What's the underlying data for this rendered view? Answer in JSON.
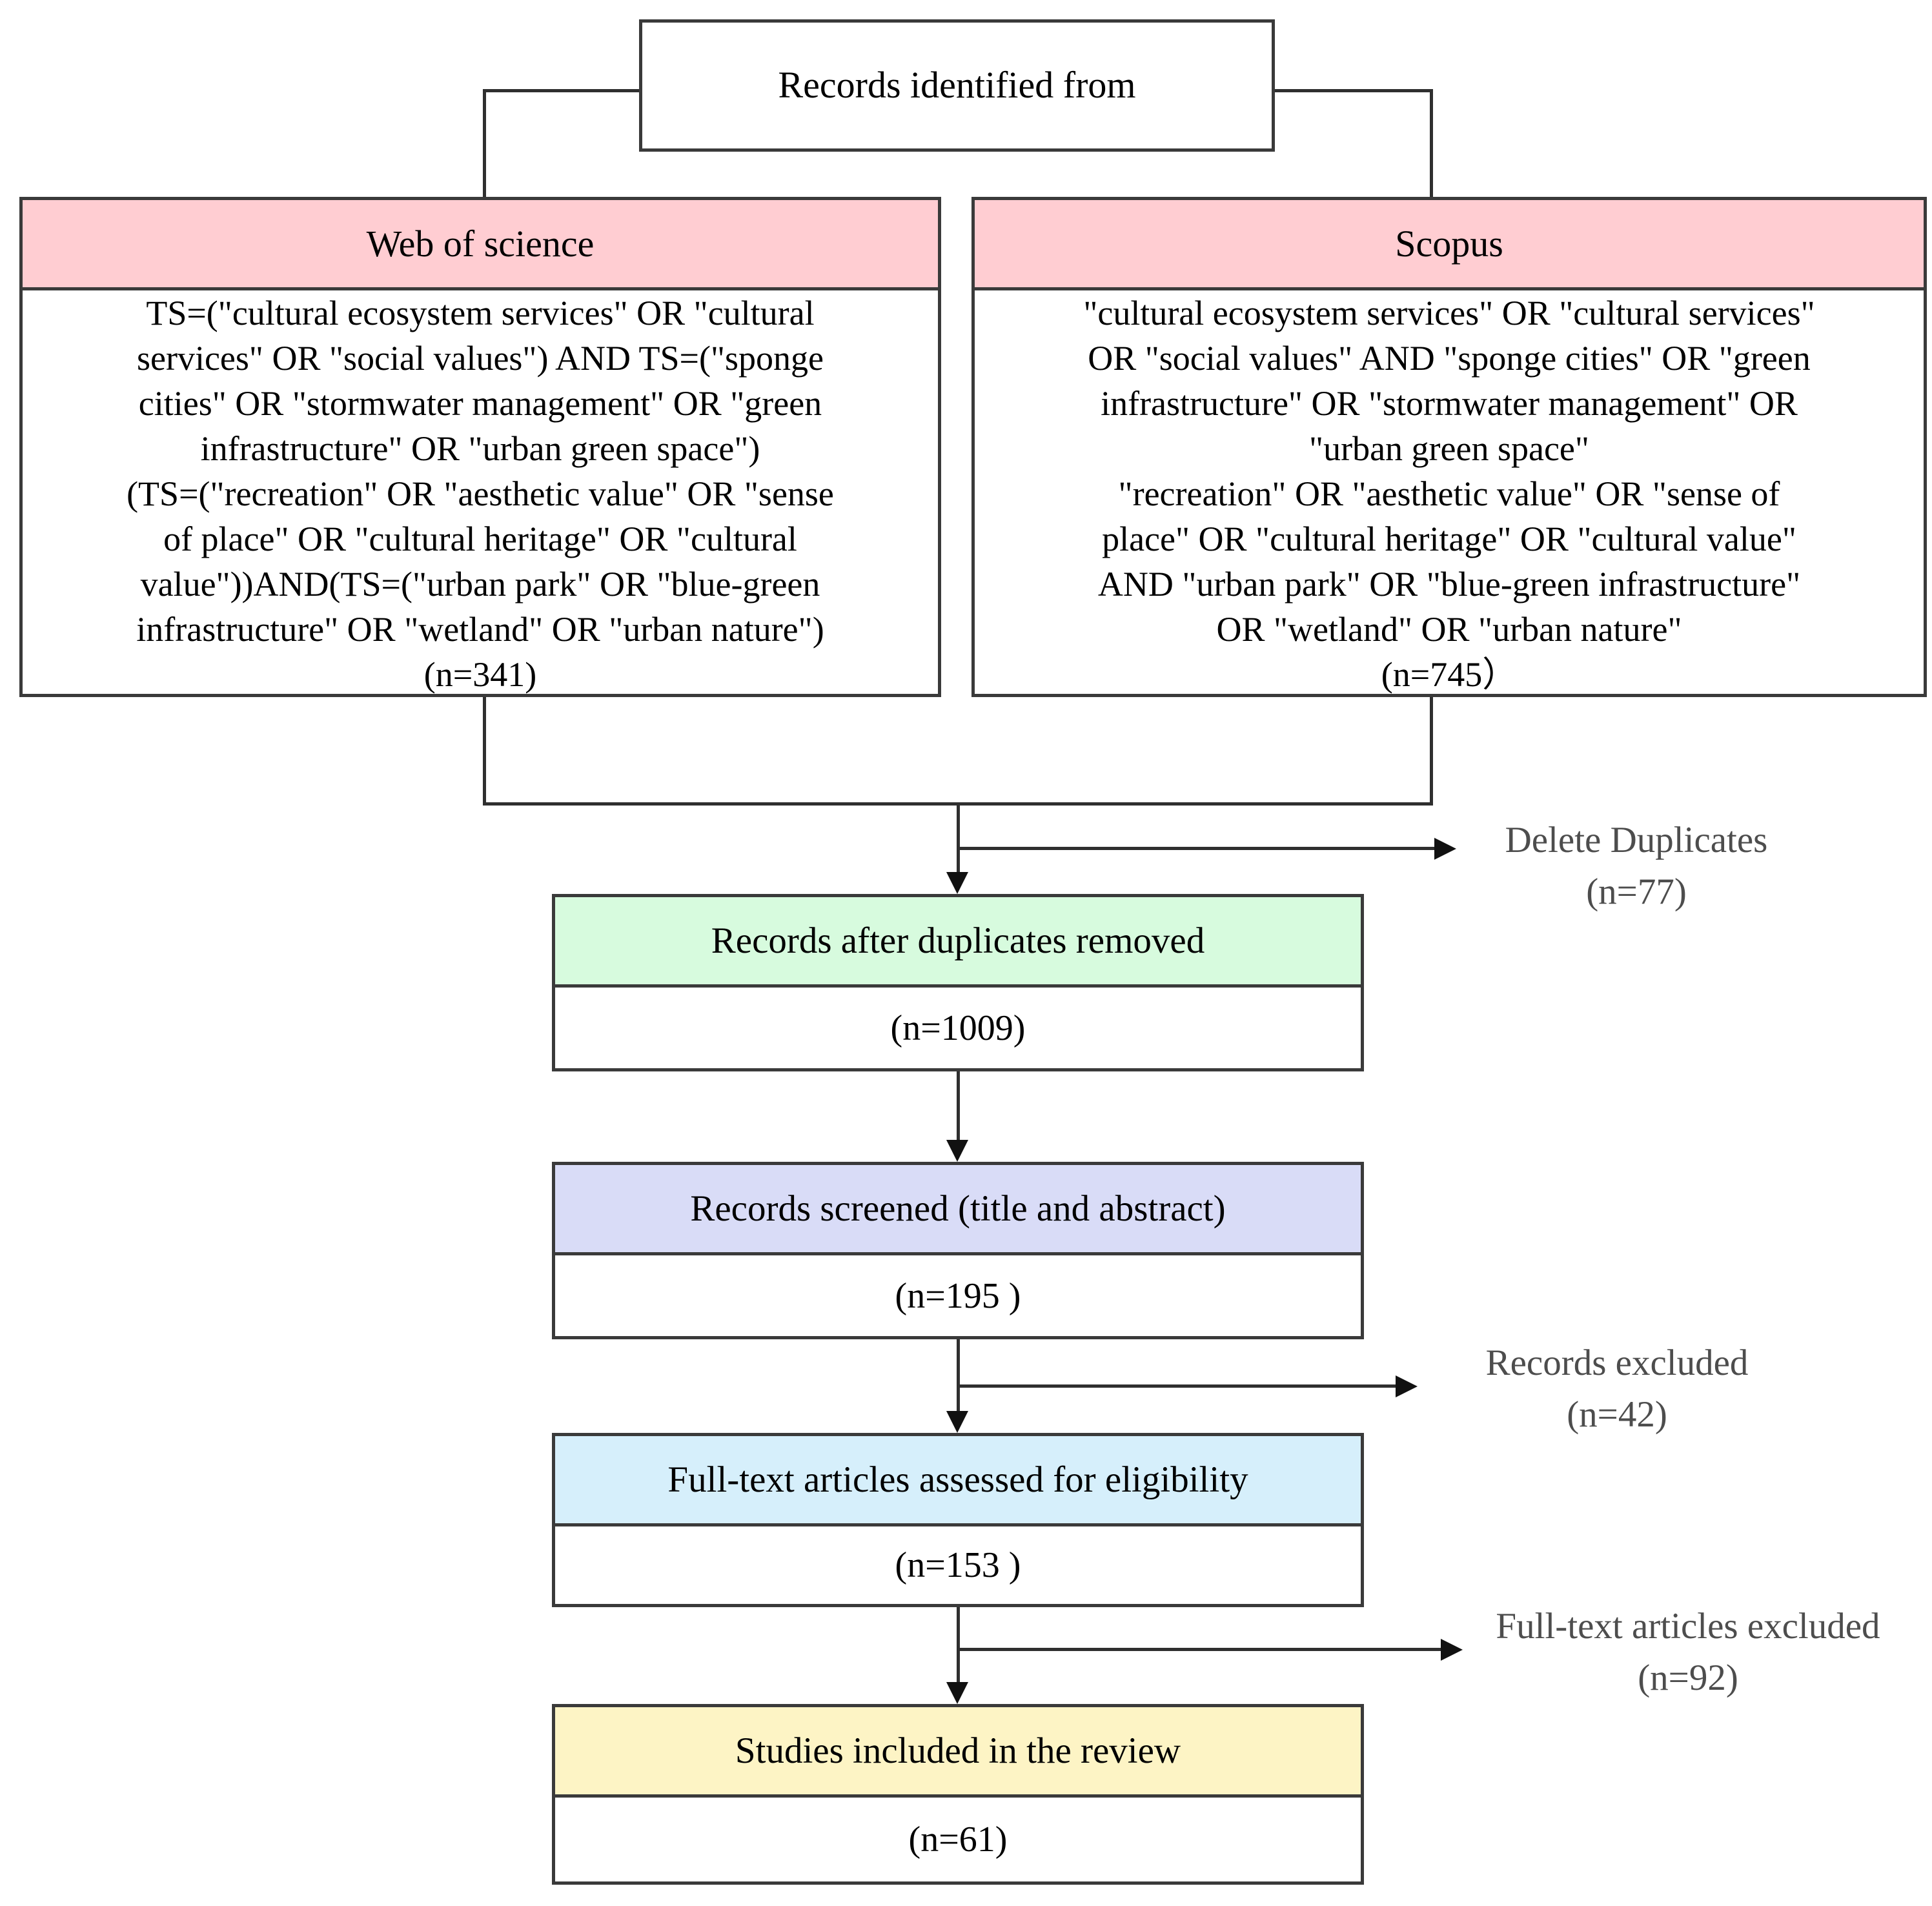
{
  "diagram": {
    "top_box": {
      "label": "Records identified from"
    },
    "sources": [
      {
        "name": "Web of science",
        "query": "TS=(\"cultural ecosystem services\" OR \"cultural\nservices\" OR \"social values\")  AND  TS=(\"sponge\ncities\" OR \"stormwater management\" OR \"green\ninfrastructure\" OR \"urban green space\")\n(TS=(\"recreation\" OR \"aesthetic value\" OR \"sense\nof place\" OR \"cultural heritage\" OR \"cultural\nvalue\"))AND(TS=(\"urban park\" OR \"blue-green\ninfrastructure\" OR \"wetland\" OR \"urban nature\")",
        "count": "(n=341)"
      },
      {
        "name": "Scopus",
        "query": "\"cultural ecosystem services\" OR \"cultural services\"\nOR \"social values\" AND \"sponge cities\" OR \"green\ninfrastructure\" OR \"stormwater management\" OR\n\"urban green space\"\n\"recreation\" OR \"aesthetic value\" OR \"sense of\nplace\" OR \"cultural heritage\" OR \"cultural value\"\nAND \"urban park\" OR \"blue-green infrastructure\"\nOR \"wetland\" OR \"urban nature\"",
        "count": "(n=745）"
      }
    ],
    "stages": [
      {
        "label": "Records after duplicates removed",
        "count": "(n=1009)",
        "color": "#D7FBDE"
      },
      {
        "label": "Records screened (title and abstract)",
        "count": "(n=195 )",
        "color": "#D9DCF7"
      },
      {
        "label": "Full-text articles assessed for eligibility",
        "count": "(n=153 )",
        "color": "#D6EFFB"
      },
      {
        "label": "Studies included in the review",
        "count": "(n=61)",
        "color": "#FDF4C5"
      }
    ],
    "exclusions": [
      {
        "label": "Delete Duplicates",
        "count": "(n=77)"
      },
      {
        "label": "Records excluded",
        "count": "(n=42)"
      },
      {
        "label": "Full-text articles excluded",
        "count": "(n=92)"
      }
    ],
    "colors": {
      "source_header": "#FFCDD2",
      "box_border": "#3a3a3a",
      "connector_line": "#2f2f2f",
      "side_text": "#4d4d4d"
    }
  }
}
